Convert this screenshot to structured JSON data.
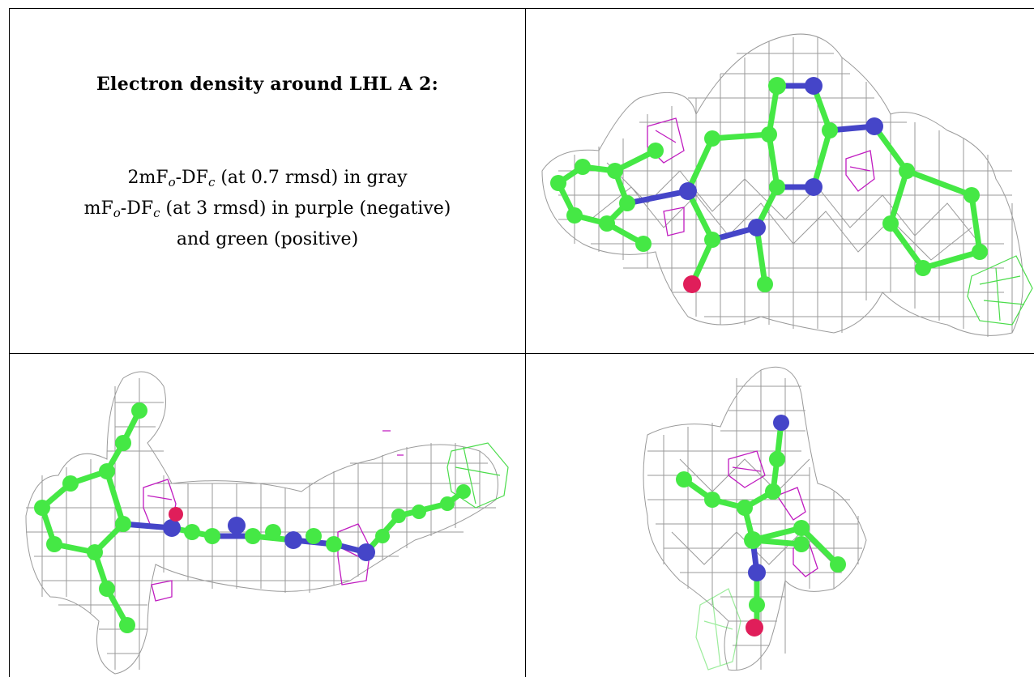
{
  "caption": {
    "title": "Electron density around LHL A 2:",
    "line1": {
      "a": "2mF",
      "b": "o",
      "c": "-DF",
      "d": "c",
      "e": " (at 0.7 rmsd) in gray"
    },
    "line2": {
      "a": "mF",
      "b": "o",
      "c": "-DF",
      "d": "c",
      "e": " (at 3 rmsd) in purple (negative)"
    },
    "line3": "and green (positive)"
  },
  "panels": [
    {
      "name": "view-top-right",
      "label": ""
    },
    {
      "name": "view-bottom-left",
      "label": ""
    },
    {
      "name": "view-bottom-right",
      "label": ""
    }
  ],
  "colors": {
    "mesh_gray": "#9a9a9a",
    "negative_purple": "#c01bc0",
    "positive_green": "#4bdc4b",
    "carbon": "#45e845",
    "nitrogen": "#4545c8",
    "oxygen": "#e01e5a"
  }
}
